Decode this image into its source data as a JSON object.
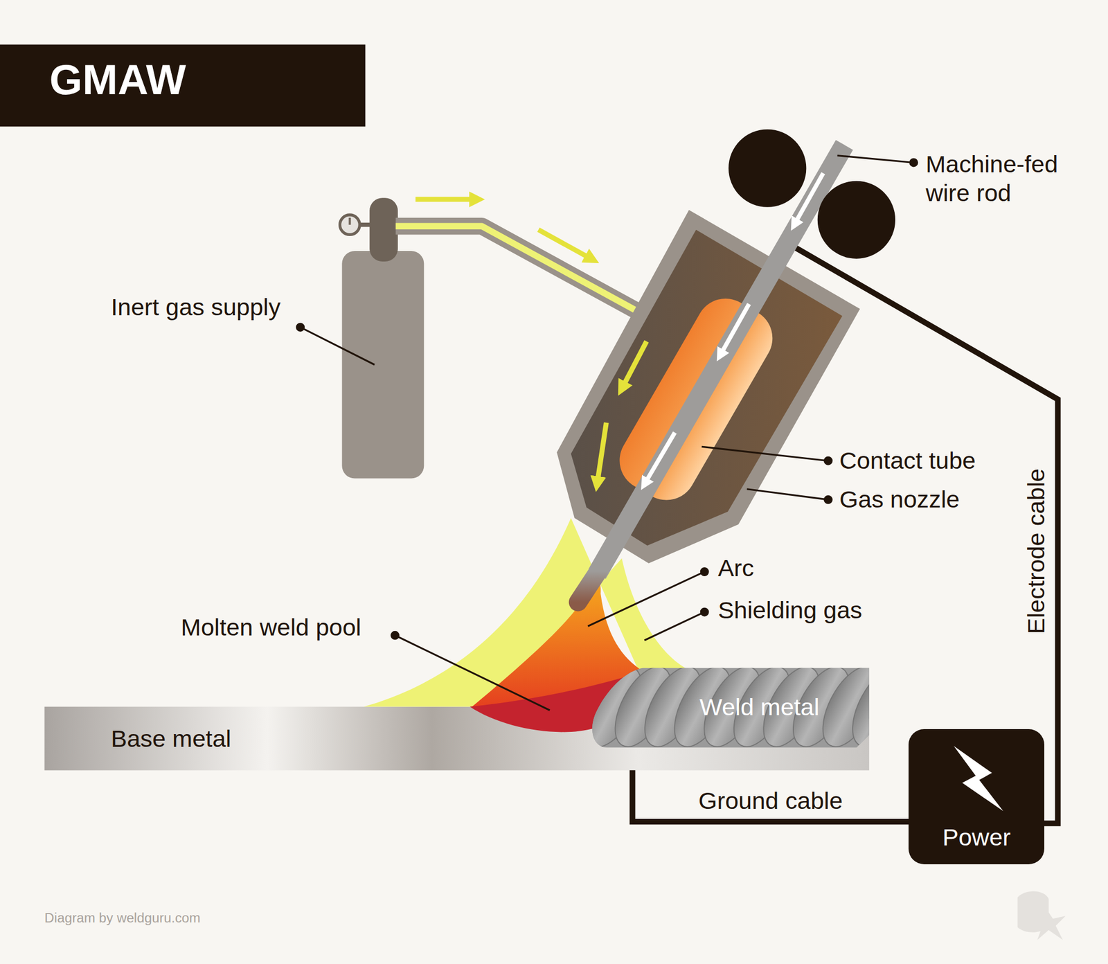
{
  "diagram": {
    "title": "GMAW",
    "nodes": [
      {
        "text": [
          "Weld metal"
        ]
      },
      {
        "text": [
          "Base metal"
        ]
      },
      {
        "text": [
          "Power"
        ]
      }
    ],
    "edges": [
      {
        "from": 2,
        "to": 1,
        "arrow": "none",
        "label": "Ground cable"
      }
    ],
    "labels": [
      "Machine-fed wire rod",
      "Inert gas supply",
      "Contact tube",
      "Gas nozzle",
      "Arc",
      "Electrode cable",
      "Shielding gas",
      "Molten weld pool",
      "Diagram by weldguru.com"
    ]
  }
}
